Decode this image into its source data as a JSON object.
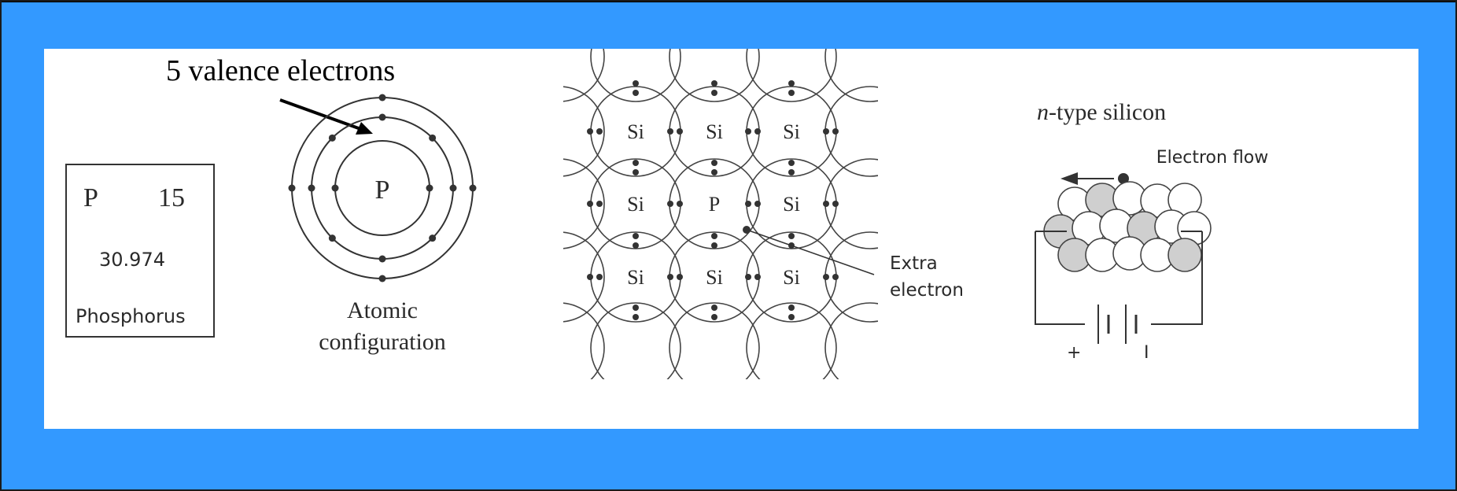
{
  "colors": {
    "background": "#3399ff",
    "panel": "#ffffff",
    "ink": "#2a2a2a"
  },
  "diagram": {
    "callout": "5 valence electrons",
    "element_card": {
      "symbol": "P",
      "number": "15",
      "mass": "30.974",
      "name": "Phosphorus"
    },
    "atom": {
      "nucleus": "P",
      "caption_line1": "Atomic",
      "caption_line2": "configuration"
    },
    "lattice": {
      "rows": [
        [
          "Si",
          "Si",
          "Si"
        ],
        [
          "Si",
          "P",
          "Si"
        ],
        [
          "Si",
          "Si",
          "Si"
        ]
      ],
      "extra_label_line1": "Extra",
      "extra_label_line2": "electron"
    },
    "ntype": {
      "title_italic": "n",
      "title_rest": "-type silicon",
      "flow_label": "Electron flow",
      "plus": "+",
      "minus": "I"
    }
  }
}
